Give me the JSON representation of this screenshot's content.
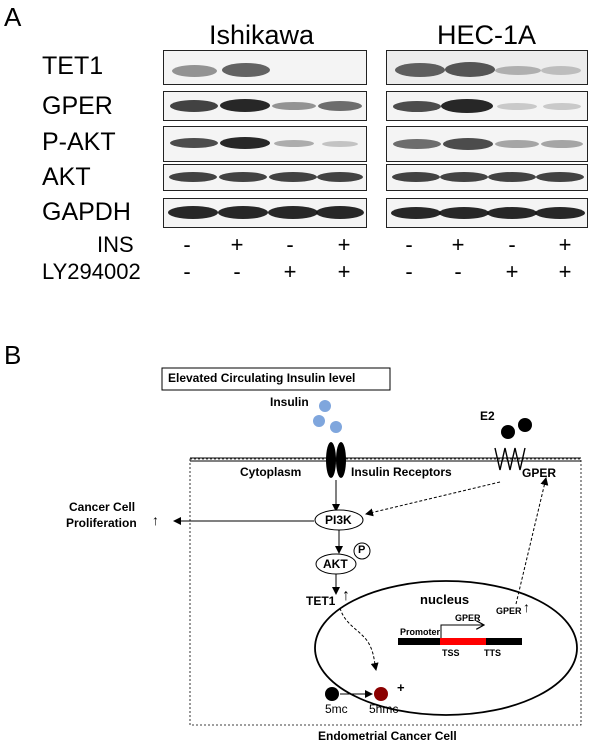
{
  "panel_a": {
    "letter": "A",
    "cell_lines": [
      "Ishikawa",
      "HEC-1A"
    ],
    "rows": [
      "TET1",
      "GPER",
      "P-AKT",
      "AKT",
      "GAPDH"
    ],
    "treatments": [
      {
        "name": "INS",
        "ishikawa": [
          "-",
          "+",
          "-",
          "+"
        ],
        "hec1a": [
          "-",
          "+",
          "-",
          "+"
        ]
      },
      {
        "name": "LY294002",
        "ishikawa": [
          "-",
          "-",
          "+",
          "+"
        ],
        "hec1a": [
          "-",
          "-",
          "+",
          "+"
        ]
      }
    ]
  },
  "panel_b": {
    "letter": "B",
    "header_box": "Elevated Circulating Insulin level",
    "insulin": "Insulin",
    "e2": "E2",
    "cytoplasm": "Cytoplasm",
    "insulin_receptors": "Insulin Receptors",
    "gper_receptor": "GPER",
    "cancer_line1": "Cancer Cell",
    "cancer_line2": "Proliferation",
    "pi3k": "PI3K",
    "akt": "AKT",
    "p": "P",
    "tet1": "TET1",
    "nucleus": "nucleus",
    "gper_gene": "GPER",
    "gper_up": "GPER",
    "promoter": "Promoter",
    "tss": "TSS",
    "tts": "TTS",
    "mc5": "5mc",
    "hmc5": "5hmc",
    "plus": "+",
    "cell_label": "Endometrial Cancer Cell",
    "up_arrow": "↑"
  }
}
